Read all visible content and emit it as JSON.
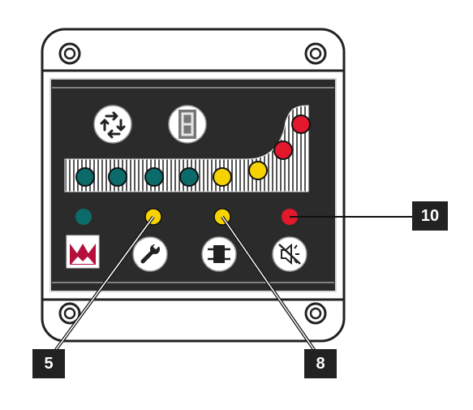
{
  "callouts": {
    "five": "5",
    "eight": "8",
    "ten": "10"
  },
  "colors": {
    "housing": "#ffffff",
    "outline": "#222222",
    "panel": "#2b2b2b",
    "teal": "#0b6b6b",
    "yellow": "#f6d300",
    "red": "#e3182d",
    "brand": "#b5103c"
  },
  "bar_leds": [
    "teal",
    "teal",
    "teal",
    "teal",
    "yellow",
    "yellow",
    "red",
    "red"
  ],
  "indicator_leds": [
    "teal",
    "yellow",
    "yellow",
    "red"
  ],
  "icons": [
    "cycle-arrows-icon",
    "seven-segment-display-icon",
    "brand-logo-icon",
    "wrench-icon",
    "component-icon",
    "mute-icon"
  ]
}
